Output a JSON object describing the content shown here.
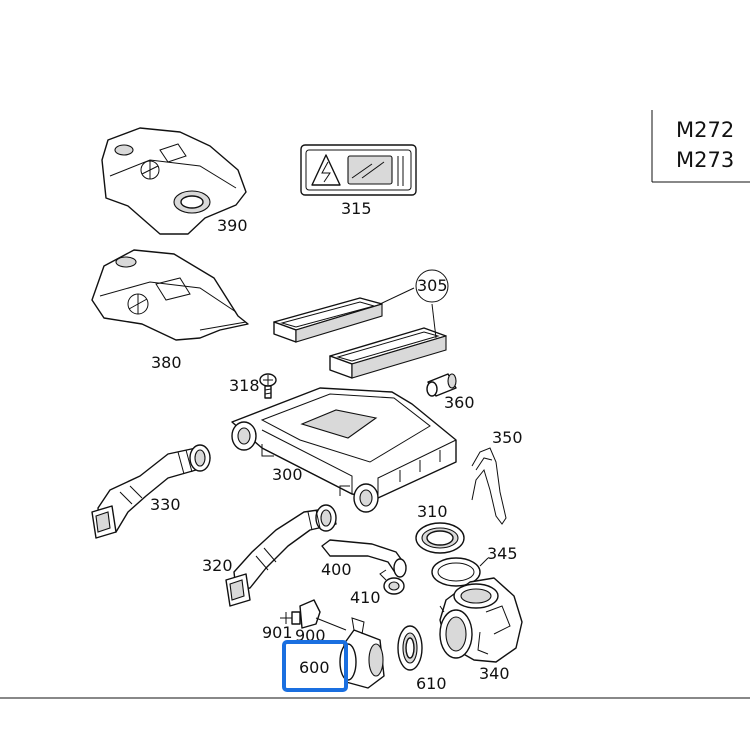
{
  "model_codes": [
    "M272",
    "M273"
  ],
  "labels": {
    "p390": "390",
    "p315": "315",
    "p305": "305",
    "p380": "380",
    "p318": "318",
    "p360": "360",
    "p350": "350",
    "p300": "300",
    "p330": "330",
    "p310": "310",
    "p345": "345",
    "p320": "320",
    "p400": "400",
    "p410": "410",
    "p901": "901",
    "p900": "900",
    "p600": "600",
    "p610": "610",
    "p340": "340"
  },
  "highlight": {
    "part": "600",
    "color": "#1a6fe0"
  },
  "colors": {
    "line": "#111111",
    "shade": "#d9d9d9",
    "background": "#ffffff"
  }
}
